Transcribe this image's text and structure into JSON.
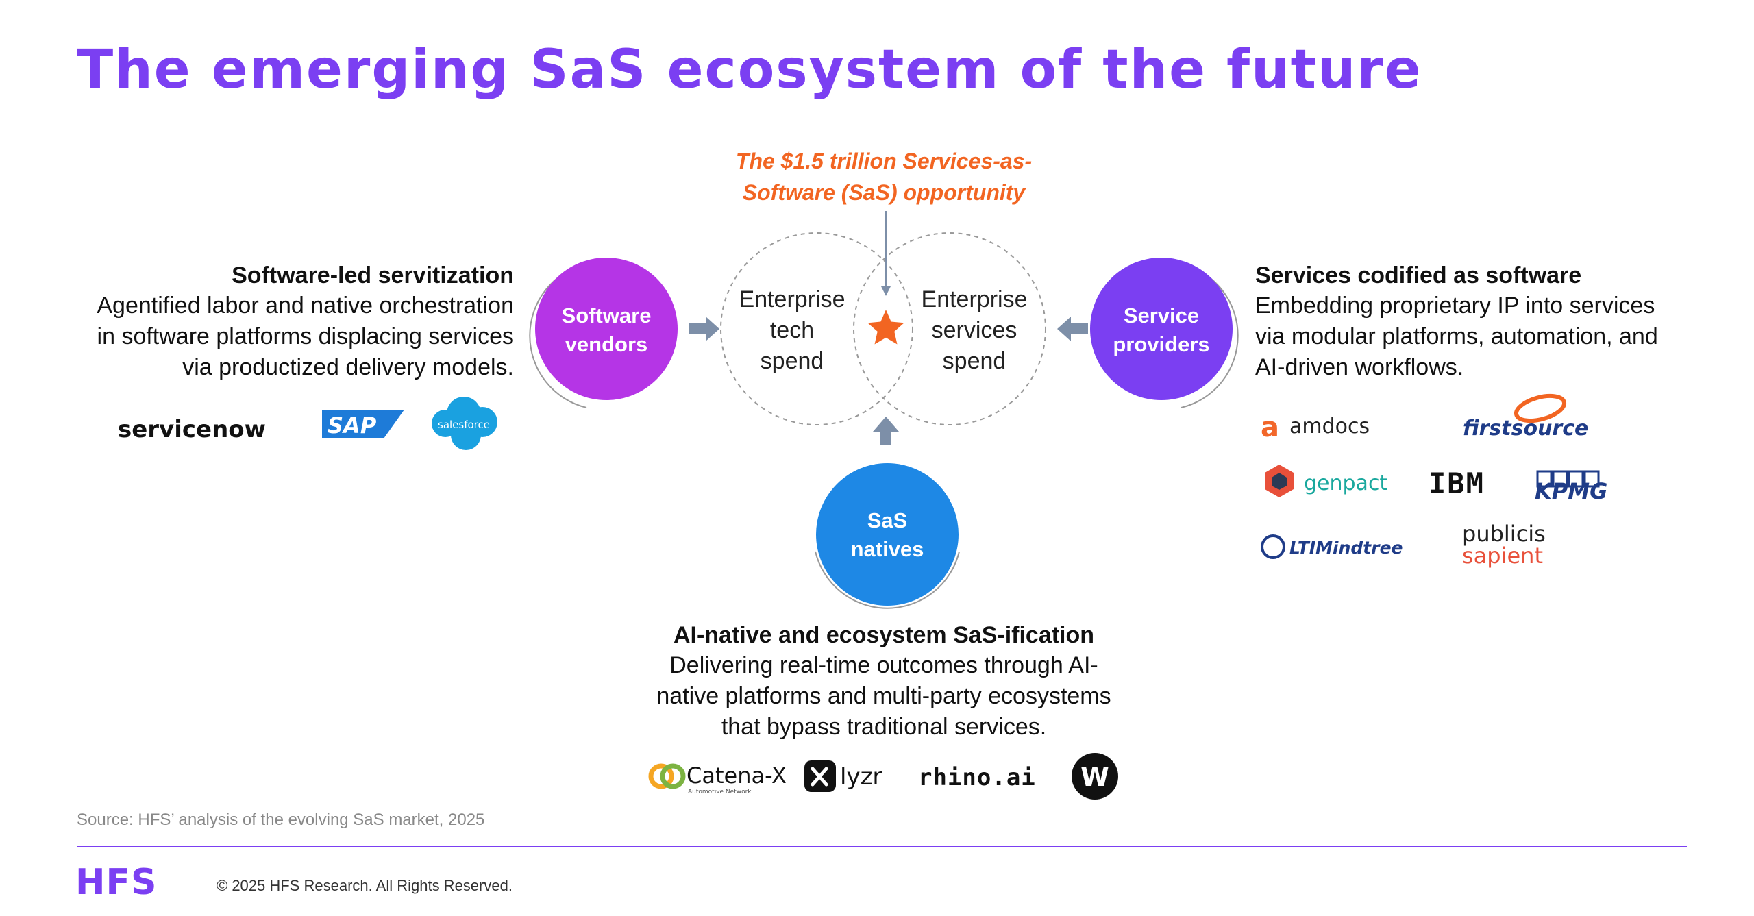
{
  "title": "The emerging SaS ecosystem of the future",
  "opportunity": {
    "line1": "The $1.5 trillion Services-as-",
    "line2": "Software (SaS) opportunity"
  },
  "venn": {
    "left": [
      "Enterprise",
      "tech",
      "spend"
    ],
    "right": [
      "Enterprise",
      "services",
      "spend"
    ]
  },
  "nodes": {
    "software_vendors": {
      "line1": "Software",
      "line2": "vendors",
      "color": "#B535E6"
    },
    "service_providers": {
      "line1": "Service",
      "line2": "providers",
      "color": "#7B3FF2"
    },
    "sas_natives": {
      "line1": "SaS",
      "line2": "natives",
      "color": "#1E88E5"
    }
  },
  "left_block": {
    "heading": "Software-led servitization",
    "lines": [
      "Agentified labor and native orchestration",
      "in software platforms displacing services",
      "via productized delivery models."
    ]
  },
  "right_block": {
    "heading": "Services codified as software",
    "lines": [
      "Embedding proprietary IP into services",
      "via modular platforms, automation, and",
      "AI-driven workflows."
    ]
  },
  "bottom_block": {
    "heading": "AI-native and ecosystem SaS-ification",
    "lines": [
      "Delivering real-time outcomes through AI-",
      "native platforms and multi-party ecosystems",
      "that bypass traditional services."
    ]
  },
  "logos": {
    "servicenow": "servicenow",
    "sap": "SAP",
    "salesforce": "salesforce",
    "amdocs": "amdocs",
    "firstsource": "firstsource",
    "genpact": "genpact",
    "ibm": "IBM",
    "kpmg": "KPMG",
    "ltimindtree": "LTIMindtree",
    "publicis": "publicis",
    "sapient": "sapient",
    "catenax": "Catena-X",
    "catenax_sub": "Automotive Network",
    "lyzr": "lyzr",
    "rhino": "rhino.ai",
    "w": "W"
  },
  "colors": {
    "accent": "#7B3FF2",
    "orange": "#F26522",
    "arrow": "#7D8FA8",
    "dashed": "#999999"
  },
  "source": "Source: HFS’ analysis of the evolving SaS market, 2025",
  "footer": {
    "logo": "HFS",
    "copyright": "© 2025 HFS Research. All Rights Reserved."
  }
}
